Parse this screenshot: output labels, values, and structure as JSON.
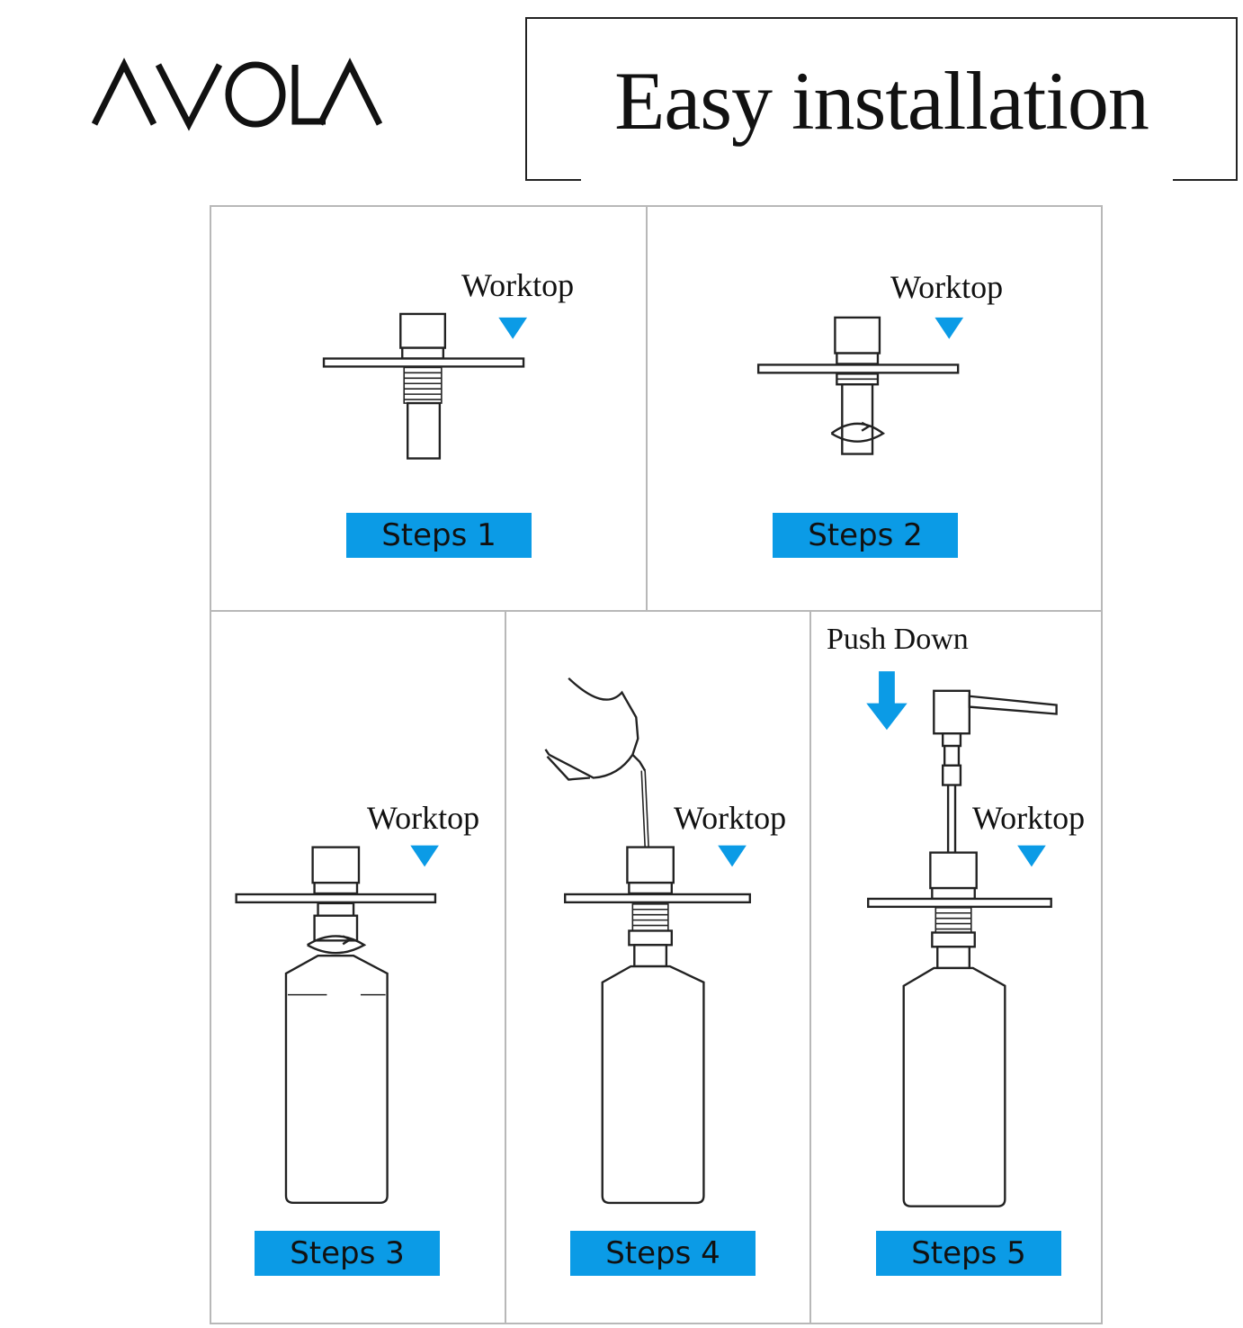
{
  "brand": {
    "logo_text": "AVOLA"
  },
  "header": {
    "title": "Easy installation"
  },
  "colors": {
    "accent": "#0b9be6",
    "ink": "#111111",
    "frame": "#b8b8b8"
  },
  "steps": [
    {
      "label": "Steps 1",
      "worktop": "Worktop"
    },
    {
      "label": "Steps 2",
      "worktop": "Worktop"
    },
    {
      "label": "Steps 3",
      "worktop": "Worktop"
    },
    {
      "label": "Steps 4",
      "worktop": "Worktop"
    },
    {
      "label": "Steps 5",
      "worktop": "Worktop",
      "extra": "Push Down"
    }
  ]
}
